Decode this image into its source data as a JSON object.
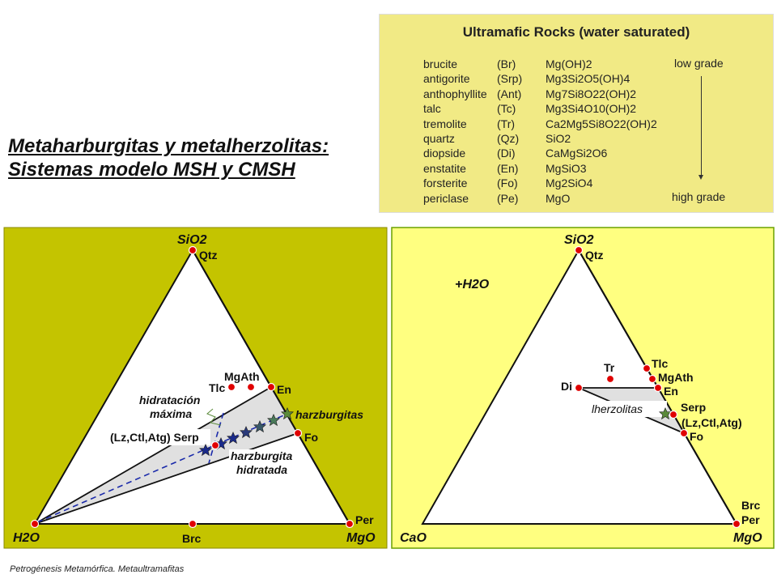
{
  "slide_title": {
    "line1": "Metaharburgitas y metalherzolitas:",
    "line2": "Sistemas modelo MSH y CMSH"
  },
  "mineral_table": {
    "title": "Ultramafic Rocks (water saturated)",
    "rows": [
      {
        "name": "brucite",
        "abbr": "(Br)",
        "formula": "Mg(OH)2"
      },
      {
        "name": "antigorite",
        "abbr": "(Srp)",
        "formula": "Mg3Si2O5(OH)4"
      },
      {
        "name": "anthophyllite",
        "abbr": "(Ant)",
        "formula": "Mg7Si8O22(OH)2"
      },
      {
        "name": "talc",
        "abbr": "(Tc)",
        "formula": "Mg3Si4O10(OH)2"
      },
      {
        "name": "tremolite",
        "abbr": "(Tr)",
        "formula": "Ca2Mg5Si8O22(OH)2"
      },
      {
        "name": "quartz",
        "abbr": "(Qz)",
        "formula": "SiO2"
      },
      {
        "name": "diopside",
        "abbr": "(Di)",
        "formula": "CaMgSi2O6"
      },
      {
        "name": "enstatite",
        "abbr": "(En)",
        "formula": "MgSiO3"
      },
      {
        "name": "forsterite",
        "abbr": "(Fo)",
        "formula": "Mg2SiO4"
      },
      {
        "name": "periclase",
        "abbr": "(Pe)",
        "formula": "MgO"
      }
    ],
    "low_grade": "low grade",
    "high_grade": "high grade"
  },
  "msh_diagram": {
    "background": "#c4c400",
    "apex_top": "SiO2",
    "apex_left": "H2O",
    "apex_right": "MgO",
    "labels": {
      "qtz": "Qtz",
      "tlc": "Tlc",
      "mgath": "MgAth",
      "en": "En",
      "fo": "Fo",
      "serp": "(Lz,Ctl,Atg) Serp",
      "brc": "Brc",
      "per": "Per",
      "hidratacion1": "hidratación",
      "hidratacion2": "máxima",
      "harzburgitas": "harzburgitas",
      "hidratada1": "harzburgita",
      "hidratada2": "hidratada"
    }
  },
  "cmsh_diagram": {
    "background": "#ffff80",
    "apex_top": "SiO2",
    "apex_left": "CaO",
    "apex_right": "MgO",
    "note": "+H2O",
    "labels": {
      "qtz": "Qtz",
      "tr": "Tr",
      "di": "Di",
      "tlc": "Tlc",
      "mgath": "MgAth",
      "en": "En",
      "serp1": "Serp",
      "serp2": "(Lz,Ctl,Atg)",
      "fo": "Fo",
      "brc": "Brc",
      "per": "Per",
      "lherzolitas": "lherzolitas"
    }
  },
  "colors": {
    "point": "#e00000",
    "star_blue": "#1a2a8a",
    "star_green": "#5a8a3a",
    "field": "#e0e0e0"
  },
  "footer": "Petrogénesis Metamórfica. Metaultramafitas"
}
